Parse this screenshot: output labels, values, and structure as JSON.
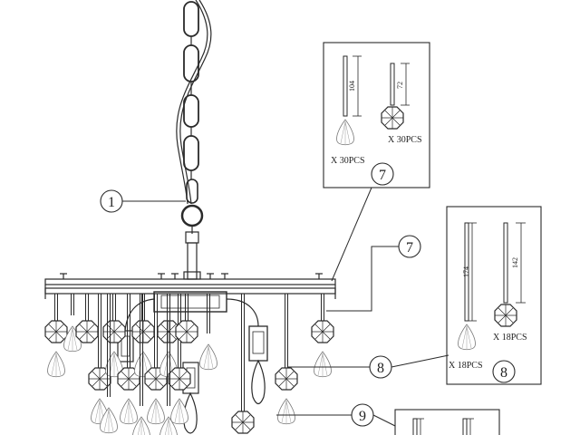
{
  "callouts": {
    "c1": "1",
    "c7_box": "7",
    "c7_arm": "7",
    "c8_side": "8",
    "c8_box": "8",
    "c9": "9"
  },
  "box7": {
    "dim_long": "104",
    "dim_short": "72",
    "qty_left": "X 30PCS",
    "qty_right": "X 30PCS"
  },
  "box8": {
    "dim_long": "174",
    "dim_short": "142",
    "qty_left": "X 18PCS",
    "qty_right": "X 18PCS"
  }
}
